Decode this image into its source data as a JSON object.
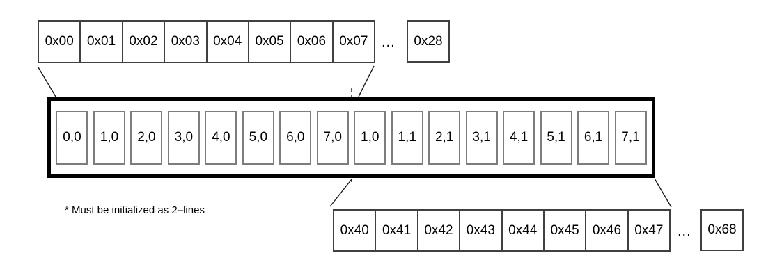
{
  "colors": {
    "line_dark": "#000000",
    "row_border": "#404040",
    "cell_border_gray": "#7d7d7d",
    "background": "#ffffff"
  },
  "top_row": {
    "cells": [
      "0x00",
      "0x01",
      "0x02",
      "0x03",
      "0x04",
      "0x05",
      "0x06",
      "0x07"
    ],
    "ellipsis": "...",
    "last_cell": "0x28"
  },
  "buffer": {
    "cells": [
      "0,0",
      "1,0",
      "2,0",
      "3,0",
      "4,0",
      "5,0",
      "6,0",
      "7,0",
      "1,0",
      "1,1",
      "2,1",
      "3,1",
      "4,1",
      "5,1",
      "6,1",
      "7,1"
    ]
  },
  "bottom_row": {
    "cells": [
      "0x40",
      "0x41",
      "0x42",
      "0x43",
      "0x44",
      "0x45",
      "0x46",
      "0x47"
    ],
    "ellipsis": "...",
    "last_cell": "0x68"
  },
  "note": "* Must be initialized as 2–lines"
}
